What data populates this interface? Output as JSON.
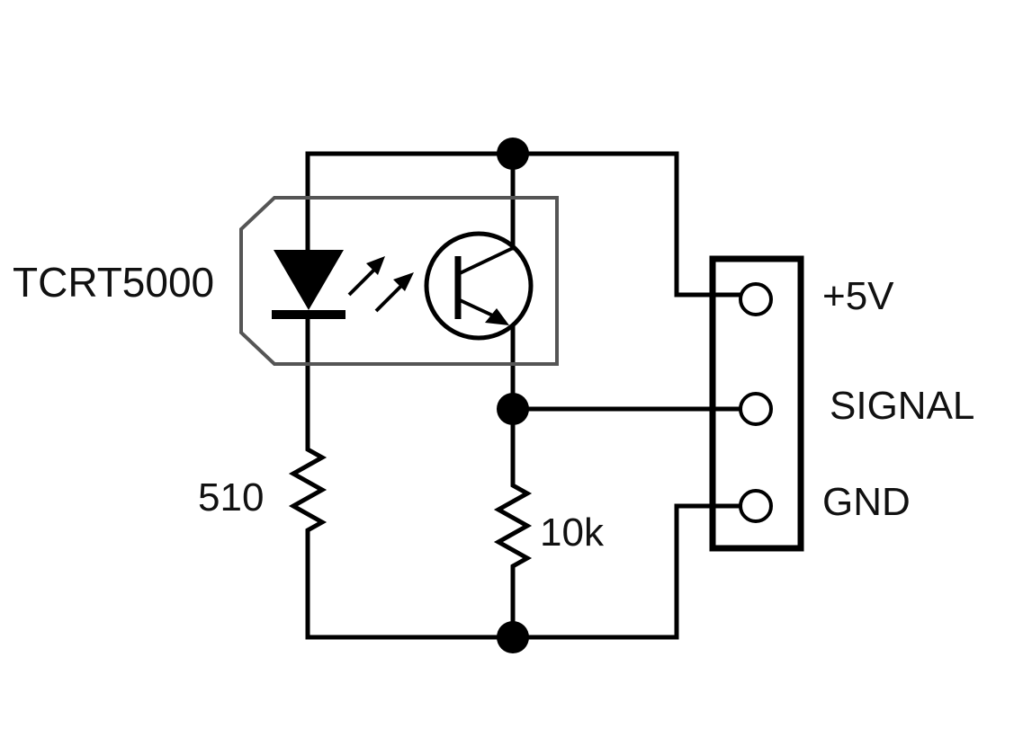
{
  "component": {
    "name": "TCRT5000"
  },
  "resistors": {
    "led": "510",
    "pullup": "10k"
  },
  "connector": {
    "pins": [
      {
        "label": "+5V"
      },
      {
        "label": "SIGNAL"
      },
      {
        "label": "GND"
      }
    ]
  },
  "colors": {
    "wire": "#000000",
    "package_outline": "#555555",
    "background": "#ffffff"
  }
}
